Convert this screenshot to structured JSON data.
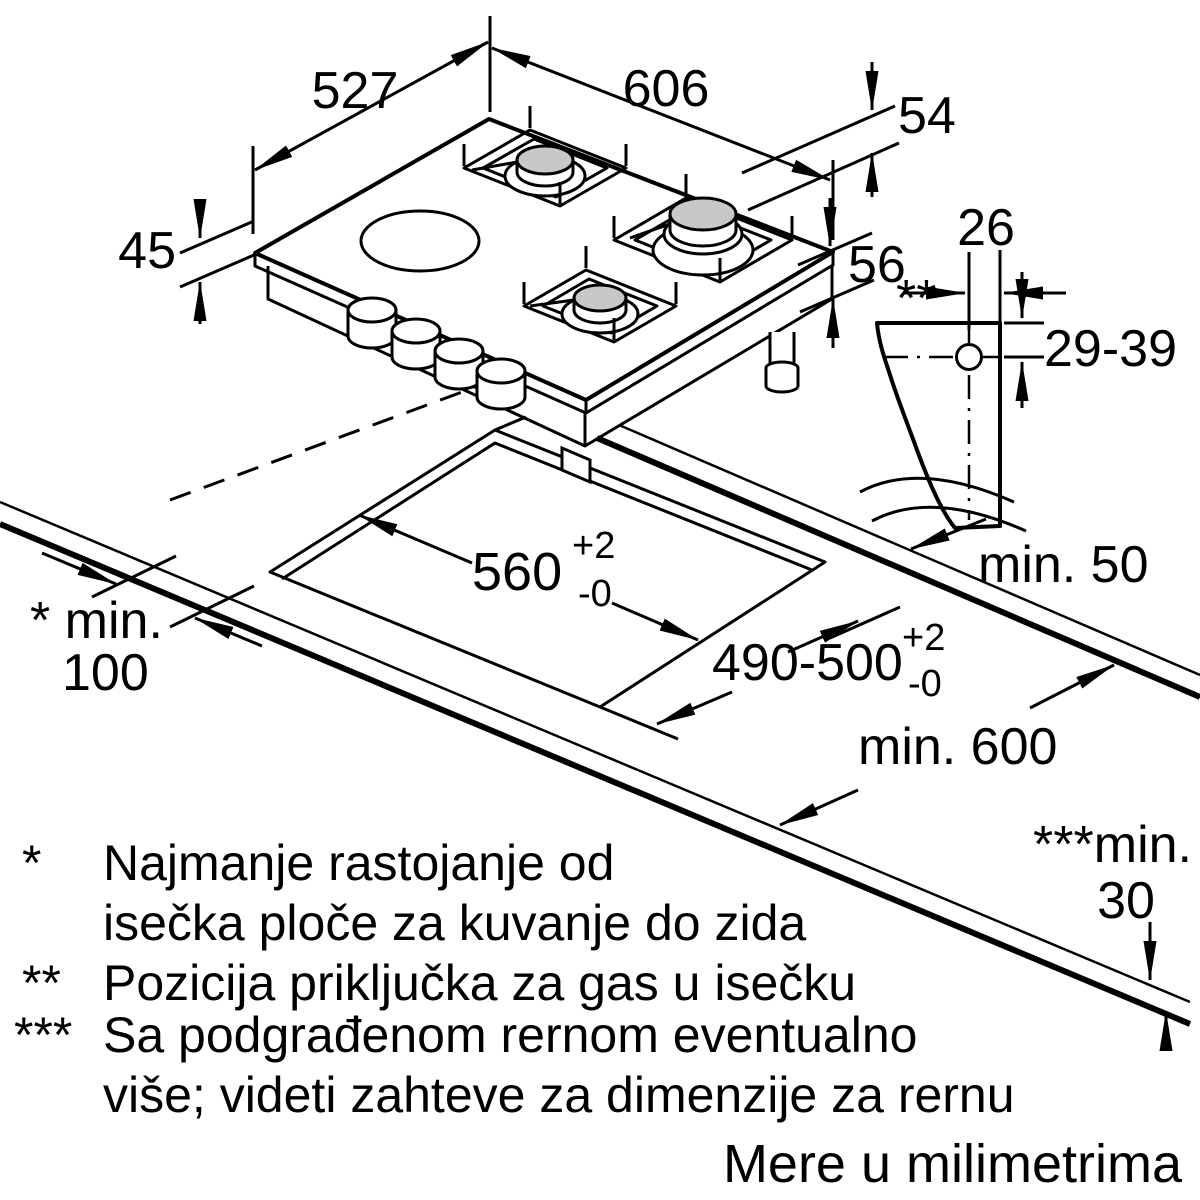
{
  "units_note": "Mere u milimetrima",
  "dimensions": {
    "hob_width": "527",
    "hob_depth": "606",
    "rear_gap": "54",
    "hob_height": "45",
    "body_height": "56",
    "gas_x": "26",
    "gas_y": "29-39",
    "right_wall_clearance": "min. 50",
    "cutout_width": "560",
    "cutout_width_sup": "+2",
    "cutout_width_sub": "-0",
    "cutout_depth": "490-500",
    "cutout_depth_sup": "+2",
    "cutout_depth_sub": "-0",
    "worktop_depth": "min. 600",
    "left_wall_clearance_line1": "* min.",
    "left_wall_clearance_line2": "100",
    "oven_clearance_line1": "***min.",
    "oven_clearance_line2": "30",
    "gas_position_marker": "**"
  },
  "footnotes": [
    {
      "marker": "*",
      "text1": "Najmanje rastojanje od",
      "text2": "isečka ploče za kuvanje do zida"
    },
    {
      "marker": "**",
      "text1": "Pozicija priključka za gas u isečku"
    },
    {
      "marker": "***",
      "text1": "Sa podgrađenom rernom eventualno",
      "text2": "više; videti zahteve za dimenzije za rernu"
    }
  ]
}
